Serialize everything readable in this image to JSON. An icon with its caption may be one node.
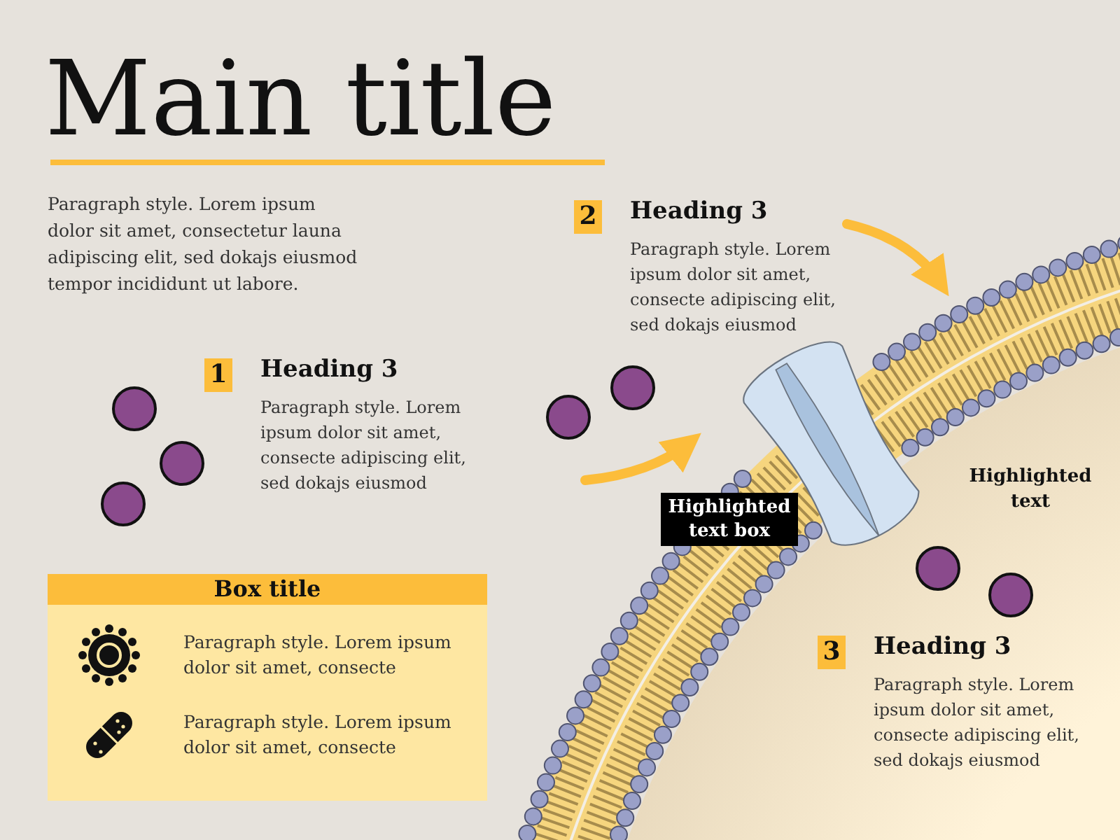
{
  "diagram": {
    "title": "Main title",
    "nodes": [
      {
        "text": [
          "1"
        ],
        "beside": [
          "Heading 3",
          "Paragraph style. Lorem ipsum dolor sit amet, consecte adipiscing elit, sed dokajs eiusmod"
        ]
      },
      {
        "text": [
          "2"
        ],
        "beside": [
          "Heading 3",
          "Paragraph style. Lorem ipsum dolor sit amet, consecte adipiscing elit, sed dokajs eiusmod"
        ]
      },
      {
        "text": [
          "3"
        ],
        "beside": [
          "Heading 3",
          "Paragraph style. Lorem ipsum dolor sit amet, consecte adipiscing elit, sed dokajs eiusmod"
        ]
      },
      {
        "text": [
          "Box title",
          "Paragraph style. Lorem ipsum dolor sit amet, consecte",
          "Paragraph style. Lorem ipsum dolor sit amet, consecte"
        ]
      },
      {
        "text": [
          "Highlighted text box"
        ]
      }
    ],
    "edges": [],
    "labels": [
      "Paragraph style. Lorem ipsum dolor sit amet, consectetur launa adipiscing elit, sed dokajs eiusmod tempor incididunt ut labore.",
      "Highlighted text"
    ]
  }
}
